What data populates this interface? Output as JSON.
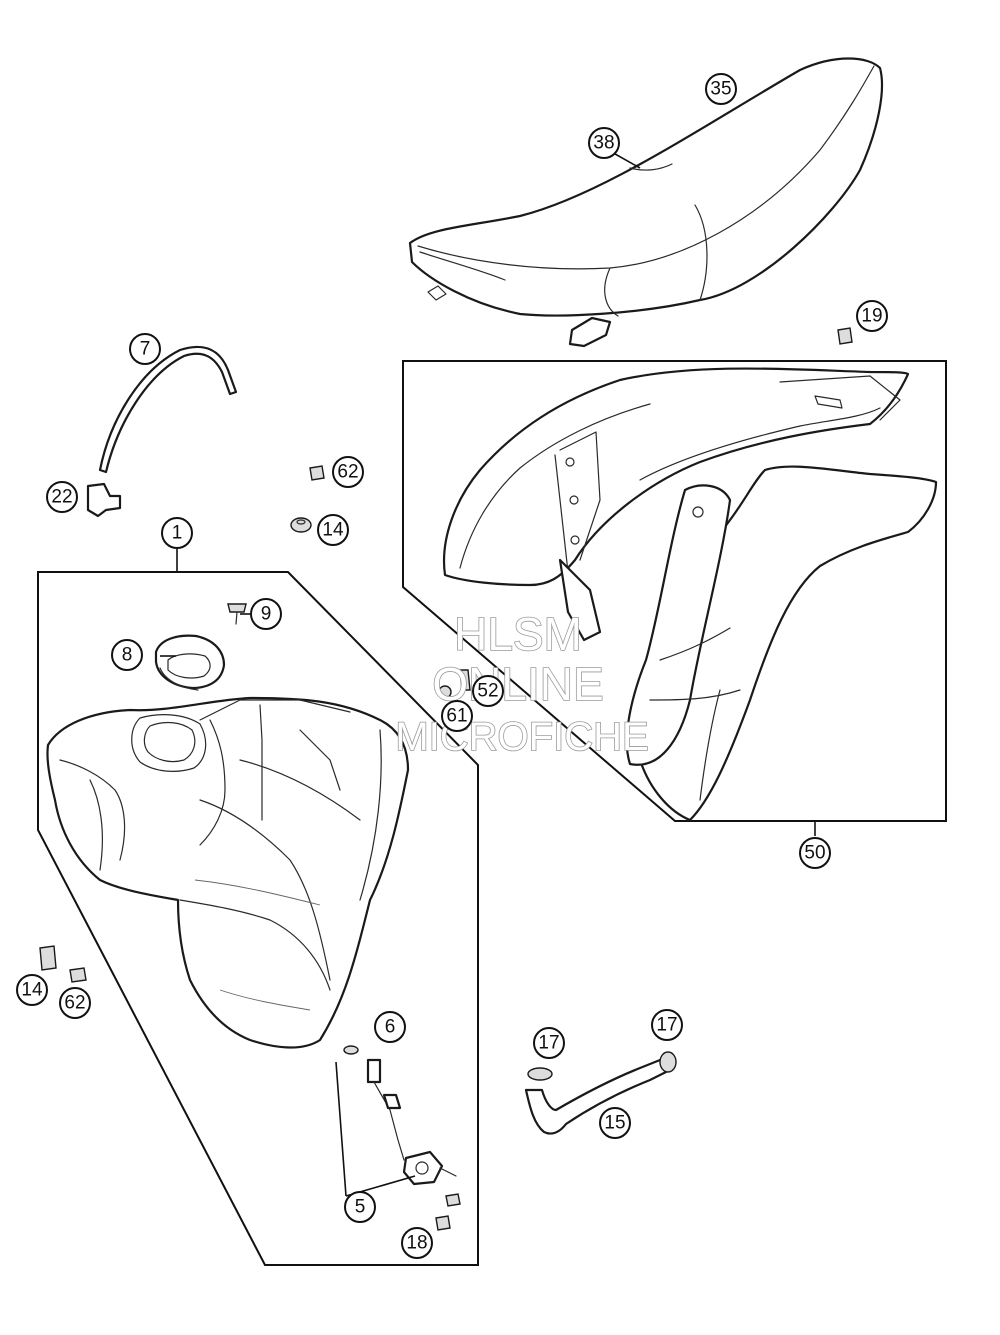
{
  "watermark": {
    "line1": "HLSM",
    "line2": "ONLINE",
    "line3": "MICROFICHE"
  },
  "callouts": {
    "c1": "1",
    "c5": "5",
    "c6": "6",
    "c7": "7",
    "c8": "8",
    "c9": "9",
    "c14a": "14",
    "c14b": "14",
    "c15": "15",
    "c17a": "17",
    "c17b": "17",
    "c18": "18",
    "c19": "19",
    "c22": "22",
    "c35": "35",
    "c38": "38",
    "c50": "50",
    "c52": "52",
    "c61": "61",
    "c62a": "62",
    "c62b": "62"
  }
}
